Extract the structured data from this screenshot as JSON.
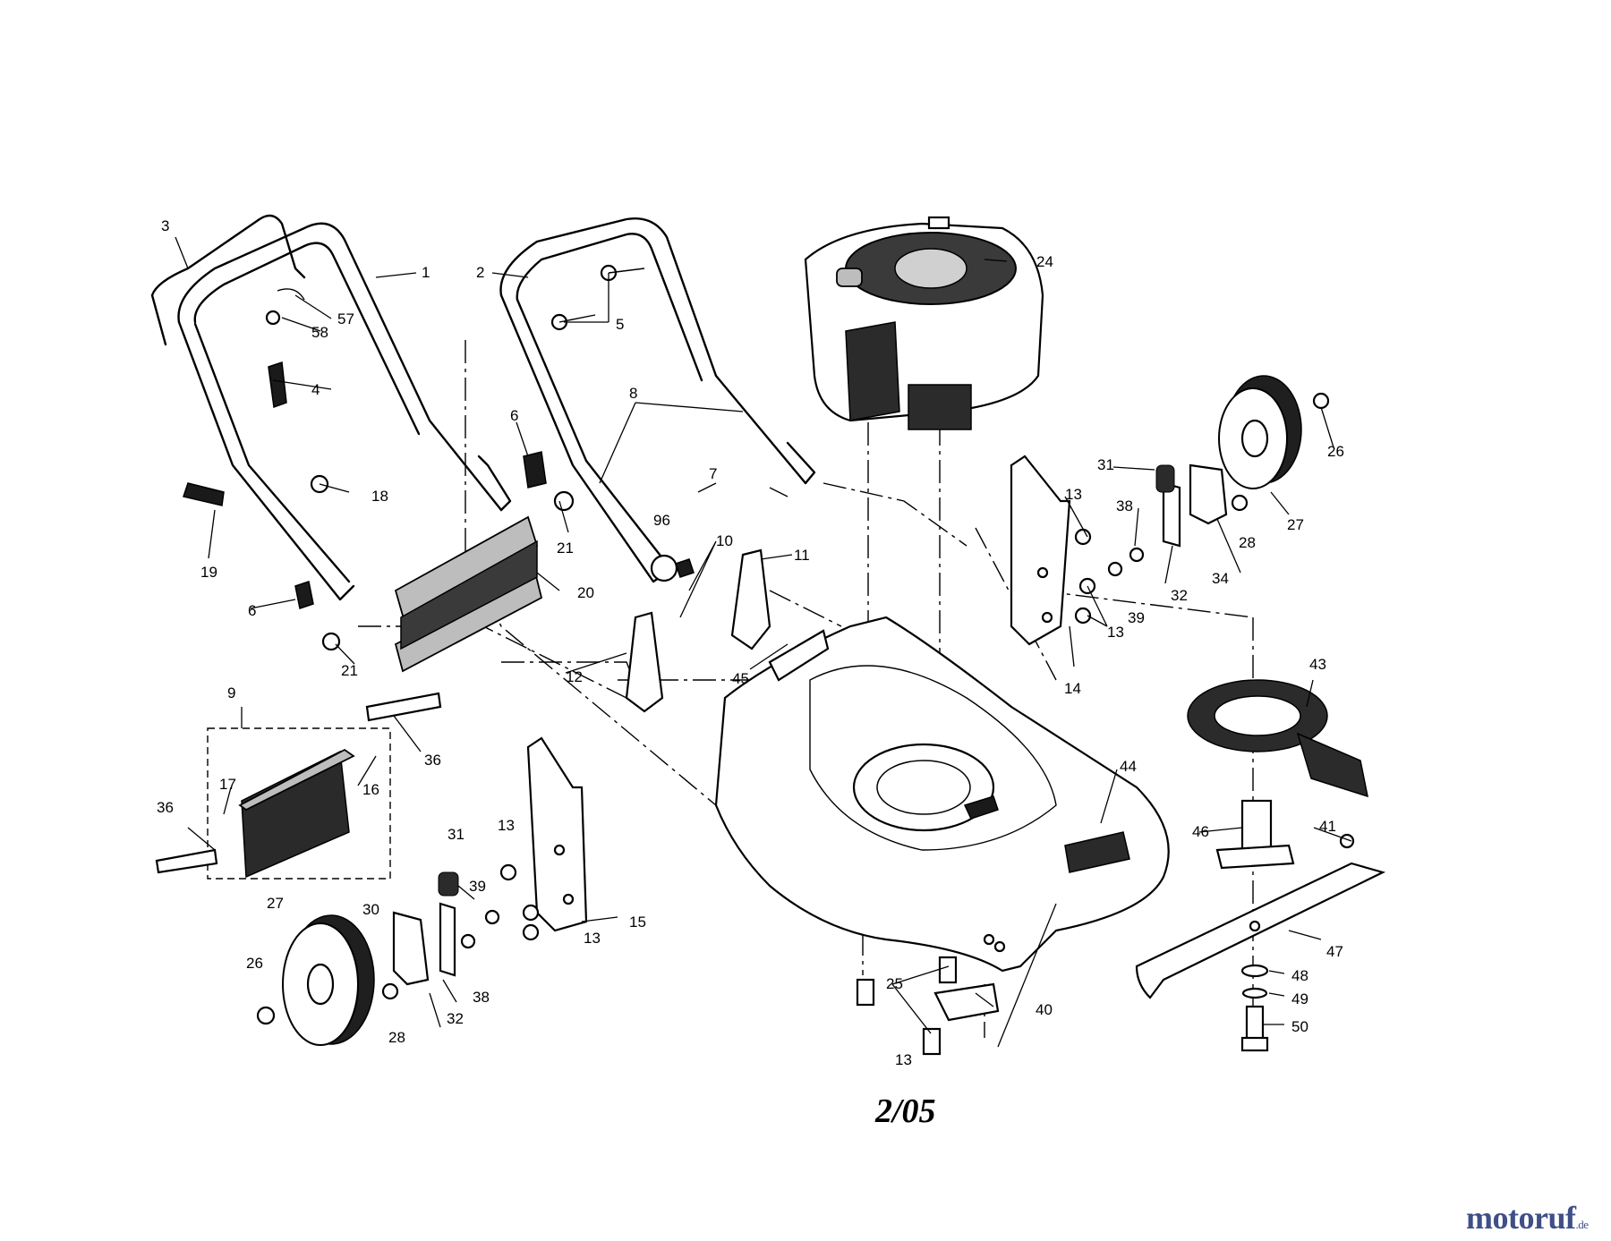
{
  "date_code": "2/05",
  "watermark": {
    "main": "motoruf",
    "suffix": ".de",
    "color": "#3f4f87"
  },
  "part_labels": [
    "1",
    "2",
    "3",
    "4",
    "5",
    "6",
    "6",
    "7",
    "8",
    "9",
    "10",
    "11",
    "12",
    "13",
    "13",
    "13",
    "13",
    "13",
    "14",
    "15",
    "16",
    "17",
    "18",
    "19",
    "20",
    "21",
    "21",
    "24",
    "25",
    "26",
    "26",
    "27",
    "27",
    "28",
    "28",
    "30",
    "31",
    "31",
    "32",
    "32",
    "34",
    "36",
    "36",
    "38",
    "38",
    "39",
    "39",
    "40",
    "41",
    "43",
    "44",
    "45",
    "46",
    "47",
    "48",
    "49",
    "50",
    "57",
    "58",
    "96"
  ]
}
